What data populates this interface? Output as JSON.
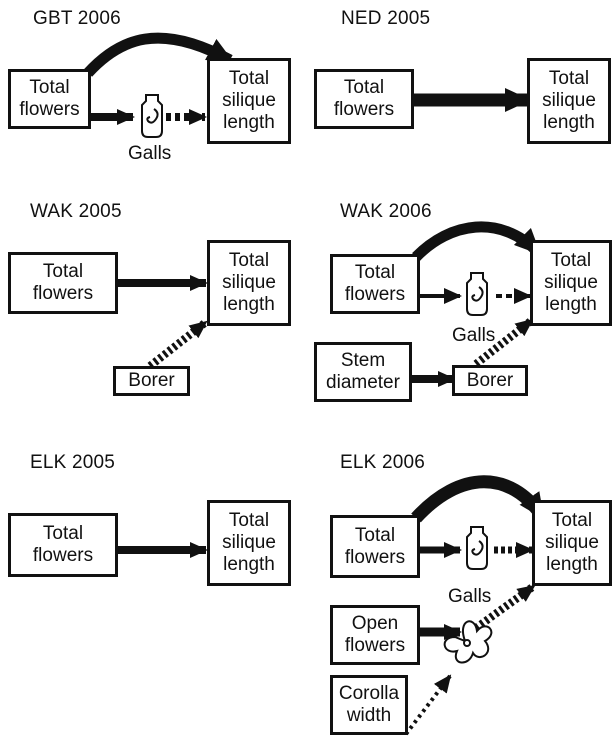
{
  "panels": [
    {
      "title": "GBT 2006",
      "predictor_lines": [
        "Total",
        "flowers"
      ],
      "response_lines": [
        "Total",
        "silique",
        "length"
      ],
      "mediator_label": "Galls",
      "mediator_icon": "gall-icon"
    },
    {
      "title": "NED 2005",
      "predictor_lines": [
        "Total",
        "flowers"
      ],
      "response_lines": [
        "Total",
        "silique",
        "length"
      ]
    },
    {
      "title": "WAK 2005",
      "predictor_lines": [
        "Total",
        "flowers"
      ],
      "response_lines": [
        "Total",
        "silique",
        "length"
      ],
      "borer_label": "Borer"
    },
    {
      "title": "WAK 2006",
      "predictor_lines": [
        "Total",
        "flowers"
      ],
      "response_lines": [
        "Total",
        "silique",
        "length"
      ],
      "mediator_label": "Galls",
      "mediator_icon": "gall-icon",
      "stem_lines": [
        "Stem",
        "diameter"
      ],
      "borer_label": "Borer"
    },
    {
      "title": "ELK 2005",
      "predictor_lines": [
        "Total",
        "flowers"
      ],
      "response_lines": [
        "Total",
        "silique",
        "length"
      ]
    },
    {
      "title": "ELK 2006",
      "predictor_lines": [
        "Total",
        "flowers"
      ],
      "response_lines": [
        "Total",
        "silique",
        "length"
      ],
      "mediator_label": "Galls",
      "mediator_icon": "gall-icon",
      "open_lines": [
        "Open",
        "flowers"
      ],
      "corolla_lines": [
        "Corolla",
        "width"
      ],
      "flower_icon": "flower-icon"
    }
  ],
  "colors": {
    "ink": "#111111",
    "background": "#ffffff"
  }
}
